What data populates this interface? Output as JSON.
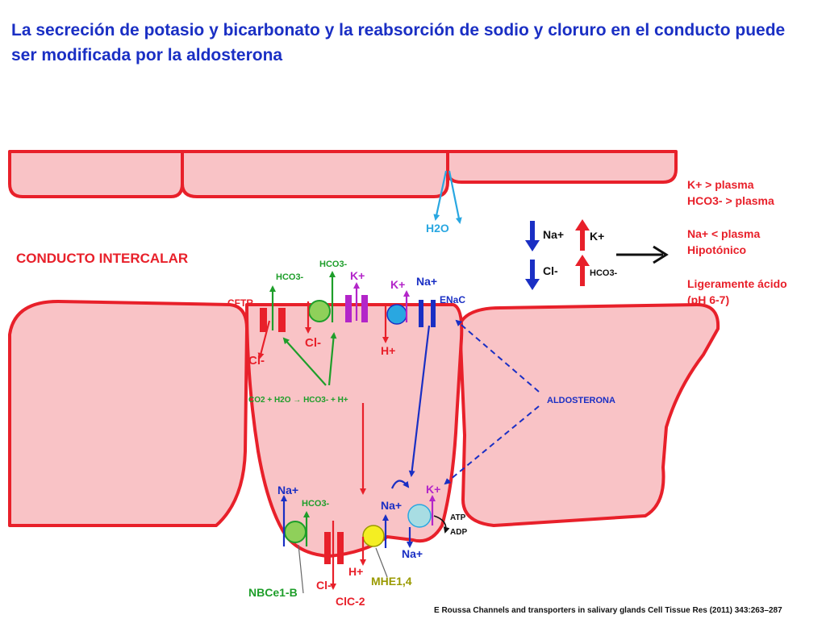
{
  "title": "La secreción de potasio y bicarbonato y la reabsorción de sodio y cloruro en el conducto puede ser modificada por la aldosterona",
  "colors": {
    "title": "#1a2fc4",
    "cell_fill": "#f9c3c6",
    "cell_border": "#e8202a",
    "red": "#e8202a",
    "blue": "#1a2fc4",
    "green": "#1e9e2a",
    "purple": "#b325c9",
    "cyan": "#29a7e1",
    "olive": "#9a9a00"
  },
  "labels": {
    "h2o": "H2O",
    "conducto": "CONDUCTO INTERCALAR",
    "cftr": "CFTR",
    "hco3": "HCO3-",
    "k": "K+",
    "na": "Na+",
    "cl": "Cl-",
    "h": "H+",
    "enac": "ENaC",
    "reaction": "CO2 + H2O → HCO3- + H+",
    "aldosterona": "ALDOSTERONA",
    "atp": "ATP",
    "adp": "ADP",
    "nbce1b": "NBCe1-B",
    "clc2": "ClC-2",
    "mhe14": "MHE1,4"
  },
  "legend": {
    "na": "Na+",
    "cl": "Cl-",
    "k": "K+",
    "hco3": "HCO3-"
  },
  "saliva": {
    "l1": "K+ > plasma",
    "l2": "HCO3- > plasma",
    "l3": "Na+ < plasma",
    "l4": "Hipotónico",
    "l5": "Ligeramente ácido",
    "l6": "(pH 6-7)"
  },
  "citation": "E Roussa Channels and transporters in salivary glands Cell Tissue Res (2011) 343:263–287"
}
